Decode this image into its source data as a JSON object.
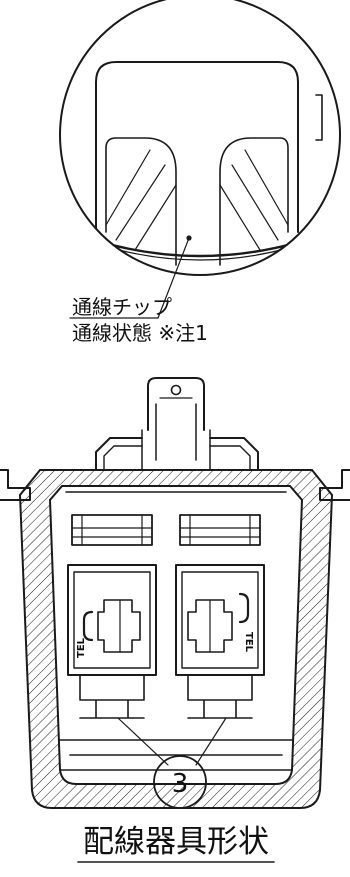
{
  "callout": {
    "line1": "通線チップ",
    "line2": "通線状態 ※注1"
  },
  "jacks": {
    "tel_label_left": "TEL",
    "tel_label_right": "TEL"
  },
  "part_marker": {
    "number": "3"
  },
  "caption": {
    "title": "配線器具形状"
  }
}
